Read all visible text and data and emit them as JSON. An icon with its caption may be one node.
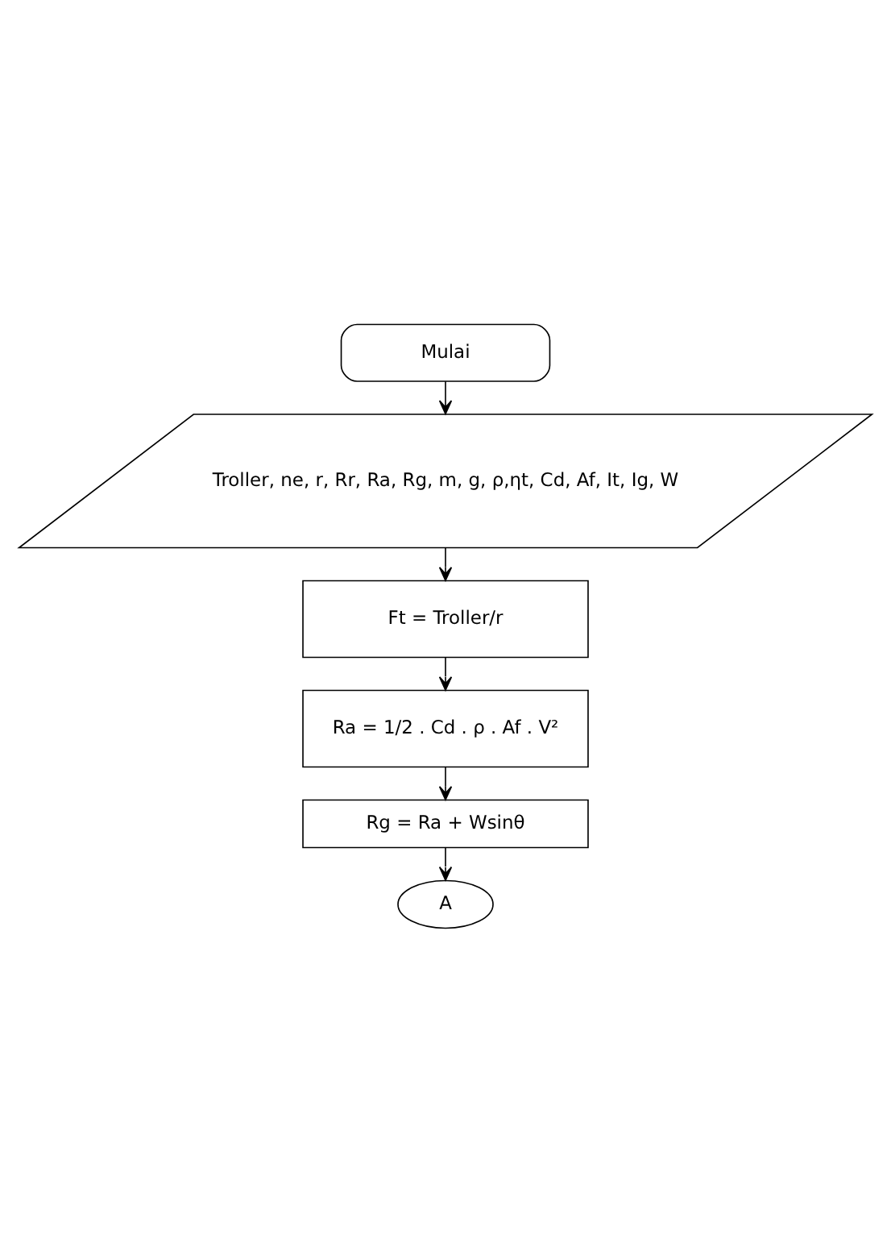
{
  "diagram": {
    "nodes": [
      {
        "text": [
          "Mulai"
        ]
      },
      {
        "text": [
          "Troller, ne, r, Rr, Ra, Rg, m, g, ρ,ηt, Cd, Af, It, Ig, W"
        ]
      },
      {
        "text": [
          "Ft = Troller/r"
        ]
      },
      {
        "text": [
          "Ra = 1/2 . Cd . ρ . Af . V²"
        ]
      },
      {
        "text": [
          "Rg = Ra + Wsinθ"
        ]
      },
      {
        "text": [
          "A"
        ]
      }
    ],
    "edges": [
      {
        "from": 0,
        "to": 1,
        "arrow": "to"
      },
      {
        "from": 1,
        "to": 2,
        "arrow": "to"
      },
      {
        "from": 2,
        "to": 3,
        "arrow": "to"
      },
      {
        "from": 3,
        "to": 4,
        "arrow": "to"
      },
      {
        "from": 4,
        "to": 5,
        "arrow": "to"
      }
    ]
  }
}
